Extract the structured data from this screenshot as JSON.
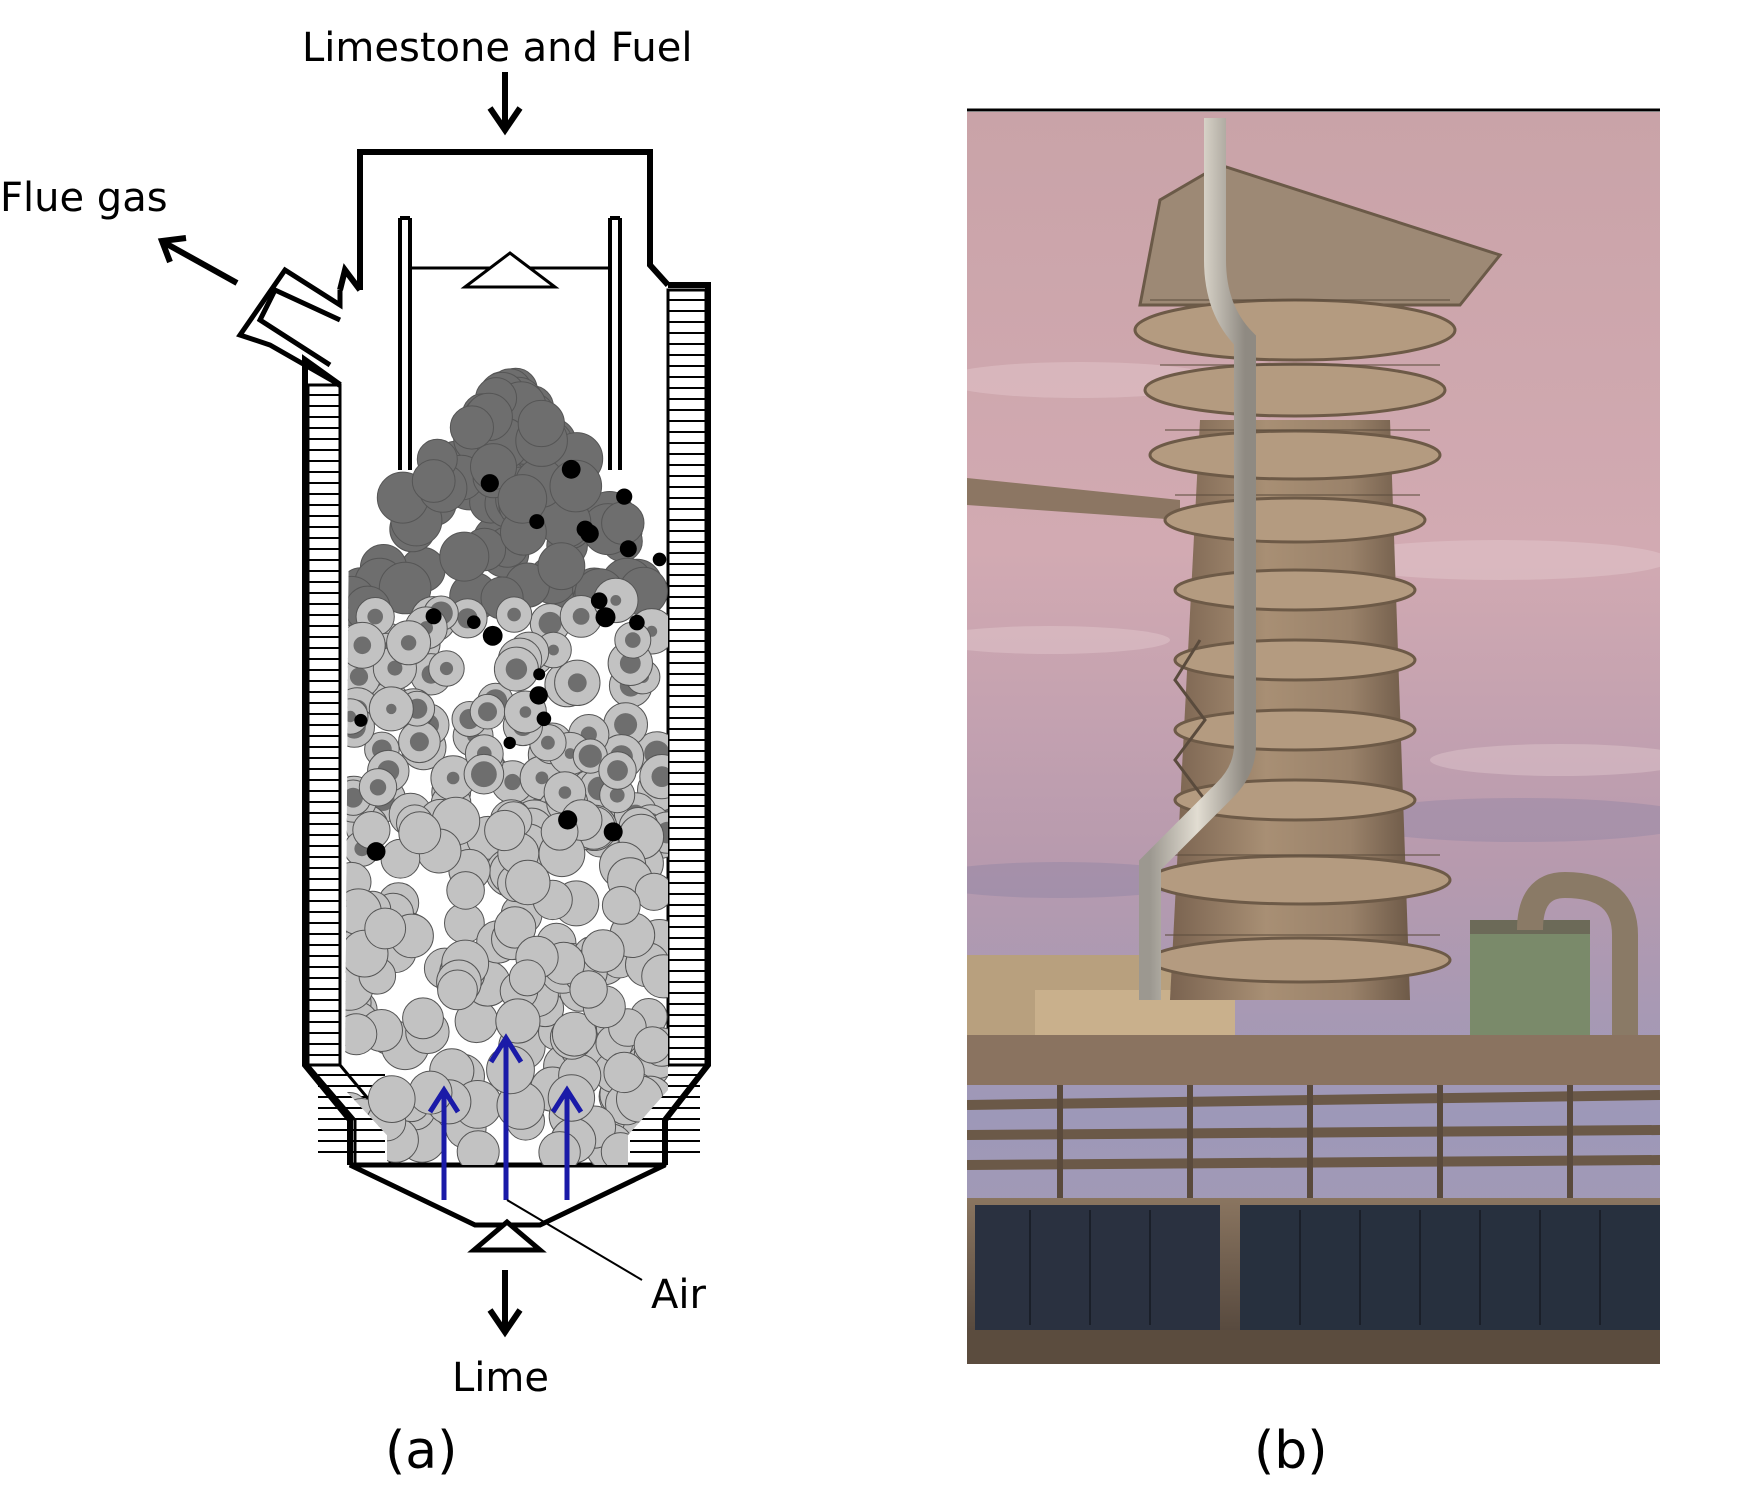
{
  "diagram": {
    "labels": {
      "top_input": "Limestone and Fuel",
      "flue_gas": "Flue gas",
      "air": "Air",
      "product": "Lime"
    },
    "panel_label": "(a)"
  },
  "photo": {
    "panel_label": "(b)"
  },
  "colors": {
    "outline": "#000000",
    "air_arrow": "#1a1aa8",
    "fresh_particle": "#6e6e6e",
    "calcined_particle": "#c2c2c2",
    "fuel": "#000000"
  }
}
